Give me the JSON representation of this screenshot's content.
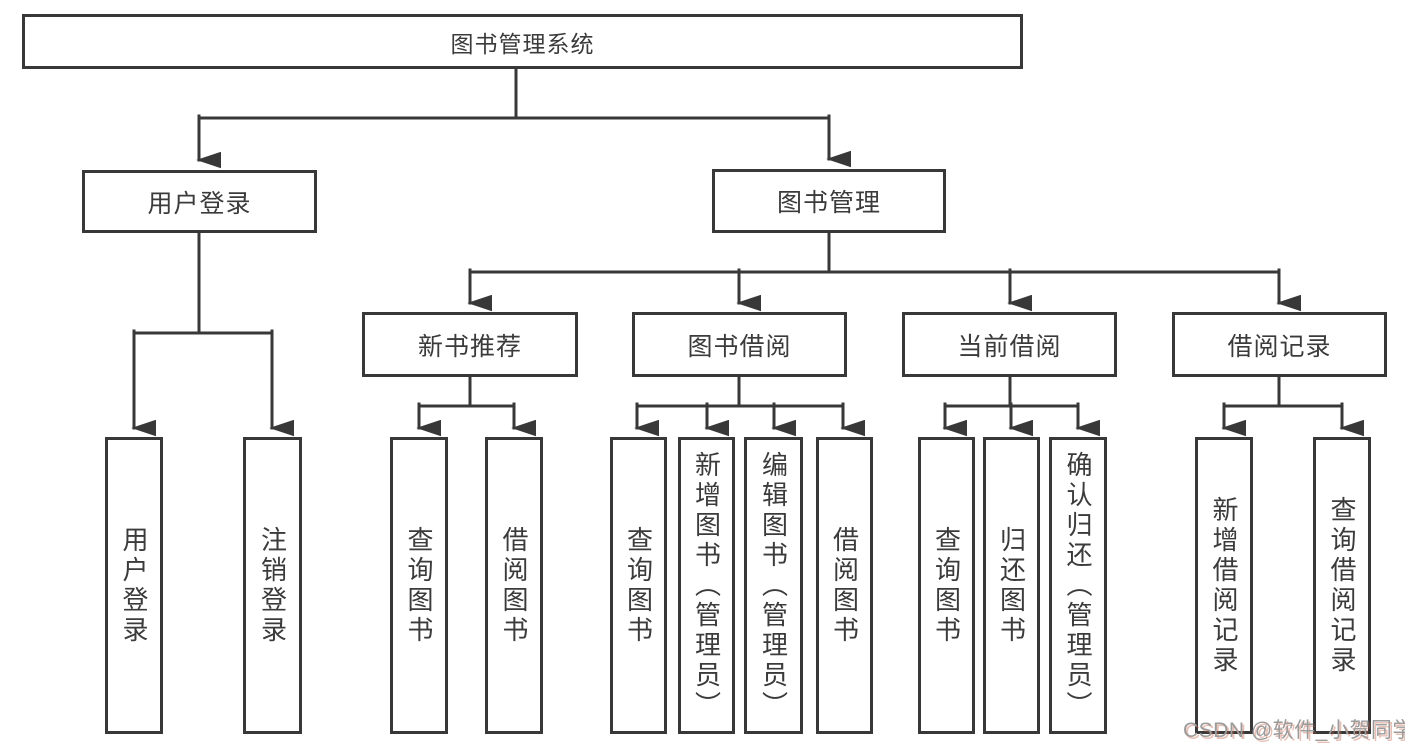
{
  "tree": {
    "root": {
      "label": "图书管理系统",
      "children": [
        {
          "label": "用户登录",
          "children": [
            {
              "label": "用户登录"
            },
            {
              "label": "注销登录"
            }
          ]
        },
        {
          "label": "图书管理",
          "children": [
            {
              "label": "新书推荐",
              "children": [
                {
                  "label": "查询图书"
                },
                {
                  "label": "借阅图书"
                }
              ]
            },
            {
              "label": "图书借阅",
              "children": [
                {
                  "label": "查询图书"
                },
                {
                  "label": "新增图书（管理员）"
                },
                {
                  "label": "编辑图书（管理员）"
                },
                {
                  "label": "借阅图书"
                }
              ]
            },
            {
              "label": "当前借阅",
              "children": [
                {
                  "label": "查询图书"
                },
                {
                  "label": "归还图书"
                },
                {
                  "label": "确认归还（管理员）"
                }
              ]
            },
            {
              "label": "借阅记录",
              "children": [
                {
                  "label": "新增借阅记录"
                },
                {
                  "label": "查询借阅记录"
                }
              ]
            }
          ]
        }
      ]
    }
  },
  "watermark": {
    "text": "CSDN @软件_小贺同学"
  },
  "colors": {
    "line": "#383838",
    "text": "#3b3b3b",
    "background": "#ffffff",
    "watermark": "#9b9b9b"
  }
}
